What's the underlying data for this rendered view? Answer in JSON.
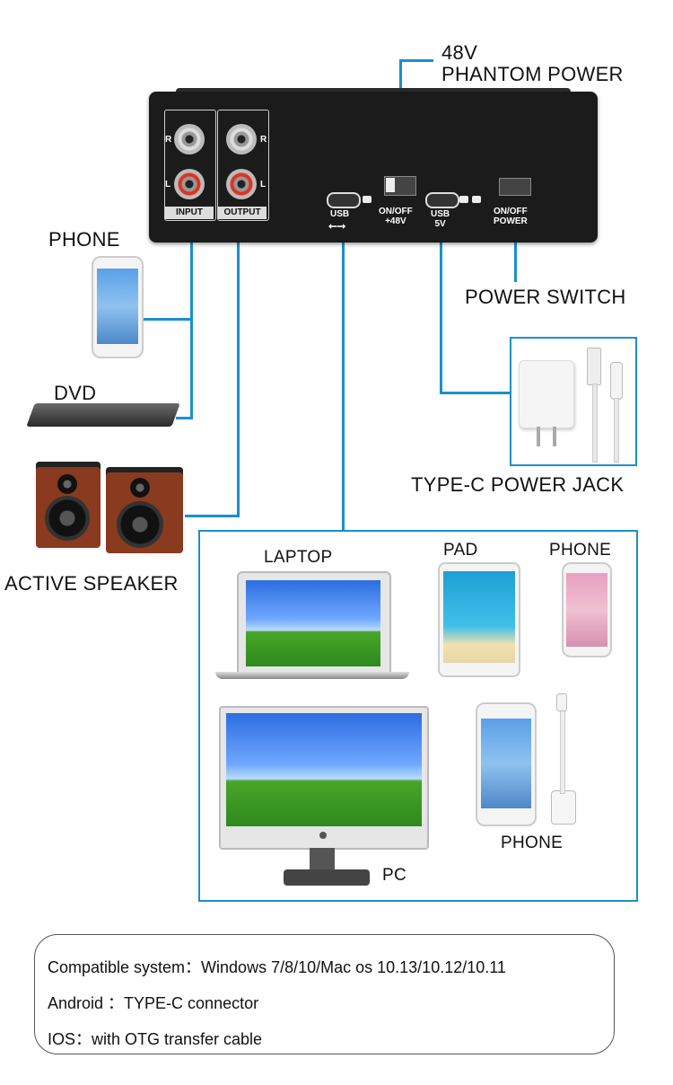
{
  "device": {
    "input_label": "INPUT",
    "output_label": "OUTPUT",
    "r_label": "R",
    "l_label": "L",
    "usb_label": "USB",
    "onoff_48v_label": "ON/OFF\n+48V",
    "usb5v_label": "USB\n5V",
    "onoff_power_label": "ON/OFF\nPOWER"
  },
  "callouts": {
    "phantom_power_line1": "48V",
    "phantom_power_line2": "PHANTOM POWER",
    "power_switch": "POWER SWITCH",
    "type_c_power_jack": "TYPE-C POWER JACK"
  },
  "left_devices": {
    "phone": "PHONE",
    "dvd": "DVD",
    "active_speaker": "ACTIVE SPEAKER"
  },
  "usb_devices": {
    "laptop": "LAPTOP",
    "pad": "PAD",
    "phone_top": "PHONE",
    "phone_bottom": "PHONE",
    "pc": "PC"
  },
  "compat": {
    "line1": "Compatible system：Windows 7/8/10/Mac os 10.13/10.12/10.11",
    "line2": "Android ：TYPE-C connector",
    "line3": "IOS：with OTG transfer cable"
  },
  "colors": {
    "connector_line": "#1a8fd1",
    "device_body": "#1b1b1b"
  }
}
